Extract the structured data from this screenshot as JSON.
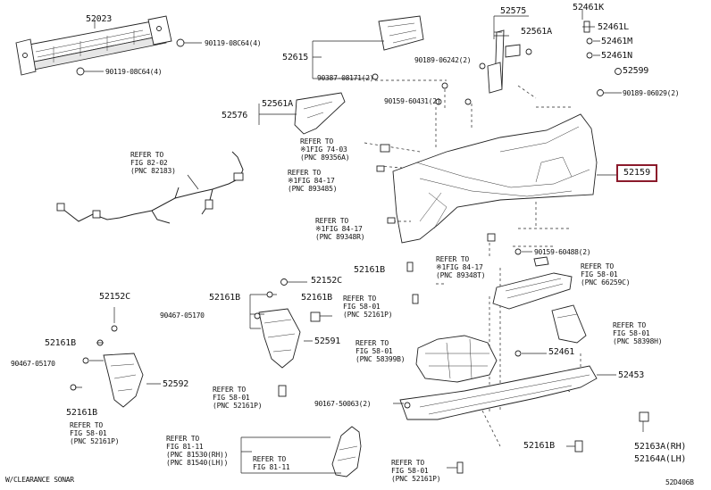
{
  "part_numbers": {
    "p52023": "52023",
    "p90119_a": "90119-08C64(4)",
    "p90119_b": "90119-08C64(4)",
    "p52615": "52615",
    "p90387": "90387-08171(2)",
    "p52575": "52575",
    "p52561A_top": "52561A",
    "p90189_06242": "90189-06242(2)",
    "p90159_60431": "90159-60431(2)",
    "p52461K": "52461K",
    "p52461L": "52461L",
    "p52461M": "52461M",
    "p52461N": "52461N",
    "p52599": "52599",
    "p90189_06029": "90189-06029(2)",
    "p52576": "52576",
    "p52561A_mid": "52561A",
    "p52159": "52159",
    "p90159_60488": "90159-60488(2)",
    "p52161B_a": "52161B",
    "p52152C_left": "52152C",
    "p52152C_mid": "52152C",
    "p52161B_left": "52161B",
    "p90467_05170_left": "90467-05170",
    "p52592": "52592",
    "p52161B_leftbot": "52161B",
    "p52161B_mid": "52161B",
    "p52161B_mid2": "52161B",
    "p90467_05170_mid": "90467-05170",
    "p52591": "52591",
    "p52461": "52461",
    "p52453": "52453",
    "p90167_50063": "90167-50063(2)",
    "p52161B_bot": "52161B",
    "p52163A": "52163A(RH)",
    "p52164A": "52164A(LH)",
    "code": "52D406B",
    "caption": "W/CLEARANCE SONAR"
  },
  "refs": {
    "r1": [
      "REFER TO",
      "※1FIG 74-03",
      "(PNC 89356A)"
    ],
    "r2": [
      "REFER TO",
      "FIG 82-02",
      "(PNC 82183)"
    ],
    "r3": [
      "REFER TO",
      "※1FIG 84-17",
      "(PNC 893485)"
    ],
    "r4": [
      "REFER TO",
      "※1FIG 84-17",
      "(PNC 89348R)"
    ],
    "r5": [
      "REFER TO",
      "※1FIG 84-17",
      "(PNC 89348T)"
    ],
    "r6": [
      "REFER TO",
      "FIG 58-01",
      "(PNC 66259C)"
    ],
    "r7": [
      "REFER TO",
      "FIG 58-01",
      "(PNC 52161P)"
    ],
    "r8": [
      "REFER TO",
      "FIG 58-01",
      "(PNC 58398H)"
    ],
    "r9": [
      "REFER TO",
      "FIG 58-01",
      "(PNC 58399B)"
    ],
    "r10": [
      "REFER TO",
      "FIG 58-01",
      "(PNC 52161P)"
    ],
    "r11": [
      "REFER TO",
      "FIG 58-01",
      "(PNC 52161P)"
    ],
    "r12": [
      "REFER TO",
      "FIG 81-11",
      "(PNC 81530(RH))",
      "(PNC 81540(LH))"
    ],
    "r13": [
      "REFER TO",
      "FIG 81-11"
    ],
    "r14": [
      "REFER TO",
      "FIG 58-01",
      "(PNC 52161P)"
    ]
  },
  "highlight_color": "#8b1a2b"
}
